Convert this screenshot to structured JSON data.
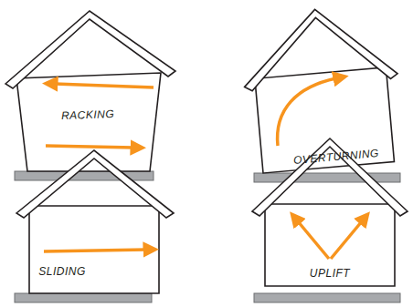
{
  "diagram": {
    "labels": [
      "RACKING",
      "OVERTURNING",
      "SLIDING",
      "UPLIFT"
    ]
  }
}
